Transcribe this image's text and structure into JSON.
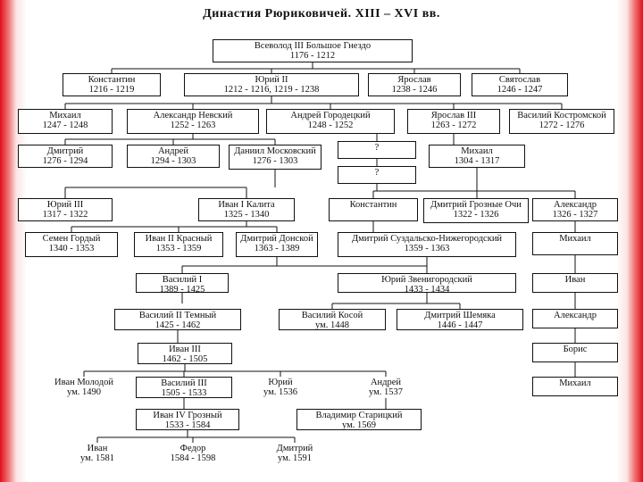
{
  "title": "Династия Рюриковичей. XIII – XVI вв.",
  "people": [
    {
      "id": "vsevolod",
      "name": "Всеволод III Большое Гнездо",
      "years": "1176 - 1212"
    },
    {
      "id": "konstantin1",
      "name": "Константин",
      "years": "1216 - 1219"
    },
    {
      "id": "yuri2",
      "name": "Юрий II",
      "years": "1212 - 1216, 1219 - 1238"
    },
    {
      "id": "yaroslav",
      "name": "Ярослав",
      "years": "1238 - 1246"
    },
    {
      "id": "svyatoslav",
      "name": "Святослав",
      "years": "1246 - 1247"
    },
    {
      "id": "mikhail1",
      "name": "Михаил",
      "years": "1247 - 1248"
    },
    {
      "id": "alexander_nevsky",
      "name": "Александр Невский",
      "years": "1252 - 1263"
    },
    {
      "id": "andrei_gorodetsky",
      "name": "Андрей Городецкий",
      "years": "1248 - 1252"
    },
    {
      "id": "yaroslav3",
      "name": "Ярослав III",
      "years": "1263 - 1272"
    },
    {
      "id": "vasily_kostr",
      "name": "Василий Костромской",
      "years": "1272 - 1276"
    },
    {
      "id": "dmitry1",
      "name": "Дмитрий",
      "years": "1276 - 1294"
    },
    {
      "id": "andrei2",
      "name": "Андрей",
      "years": "1294 - 1303"
    },
    {
      "id": "daniil",
      "name": "Даниил Московский",
      "years": "1276 - 1303"
    },
    {
      "id": "q1",
      "name": "?",
      "years": ""
    },
    {
      "id": "mikhail2",
      "name": "Михаил",
      "years": "1304 - 1317"
    },
    {
      "id": "q2",
      "name": "?",
      "years": ""
    },
    {
      "id": "yuri3",
      "name": "Юрий III",
      "years": "1317 - 1322"
    },
    {
      "id": "ivan_kalita",
      "name": "Иван I Калита",
      "years": "1325 - 1340"
    },
    {
      "id": "konstantin2",
      "name": "Константин",
      "years": ""
    },
    {
      "id": "dmitry_groznye",
      "name": "Дмитрий Грозные Очи",
      "years": "1322 - 1326"
    },
    {
      "id": "alexander2",
      "name": "Александр",
      "years": "1326 - 1327"
    },
    {
      "id": "semyon",
      "name": "Семен Гордый",
      "years": "1340 - 1353"
    },
    {
      "id": "ivan2",
      "name": "Иван II Красный",
      "years": "1353 - 1359"
    },
    {
      "id": "dmitry_donskoy",
      "name": "Дмитрий Донской",
      "years": "1363 - 1389"
    },
    {
      "id": "dmitry_suzdal",
      "name": "Дмитрий Суздальско-Нижегородский",
      "years": "1359 - 1363"
    },
    {
      "id": "mikhail3",
      "name": "Михаил",
      "years": ""
    },
    {
      "id": "vasily1",
      "name": "Василий I",
      "years": "1389 - 1425"
    },
    {
      "id": "yuri_zven",
      "name": "Юрий Звенигородский",
      "years": "1433 - 1434"
    },
    {
      "id": "ivan_b",
      "name": "Иван",
      "years": ""
    },
    {
      "id": "vasily2",
      "name": "Василий II Темный",
      "years": "1425 - 1462"
    },
    {
      "id": "vasily_kosoy",
      "name": "Василий Косой",
      "years": "ум. 1448"
    },
    {
      "id": "dmitry_shemyaka",
      "name": "Дмитрий Шемяка",
      "years": "1446 - 1447"
    },
    {
      "id": "alexander3",
      "name": "Александр",
      "years": ""
    },
    {
      "id": "ivan3",
      "name": "Иван III",
      "years": "1462 - 1505"
    },
    {
      "id": "boris",
      "name": "Борис",
      "years": ""
    },
    {
      "id": "ivan_molodoy",
      "name": "Иван Молодой",
      "years": "ум. 1490"
    },
    {
      "id": "vasily3",
      "name": "Василий III",
      "years": "1505 - 1533"
    },
    {
      "id": "yuri_b",
      "name": "Юрий",
      "years": "ум. 1536"
    },
    {
      "id": "andrei_b",
      "name": "Андрей",
      "years": "ум. 1537"
    },
    {
      "id": "mikhail4",
      "name": "Михаил",
      "years": ""
    },
    {
      "id": "ivan4",
      "name": "Иван IV Грозный",
      "years": "1533 - 1584"
    },
    {
      "id": "vladimir_star",
      "name": "Владимир Старицкий",
      "years": "ум. 1569"
    },
    {
      "id": "ivan_c",
      "name": "Иван",
      "years": "ум. 1581"
    },
    {
      "id": "fedor",
      "name": "Федор",
      "years": "1584 - 1598"
    },
    {
      "id": "dmitry_c",
      "name": "Дмитрий",
      "years": "ум. 1591"
    }
  ]
}
